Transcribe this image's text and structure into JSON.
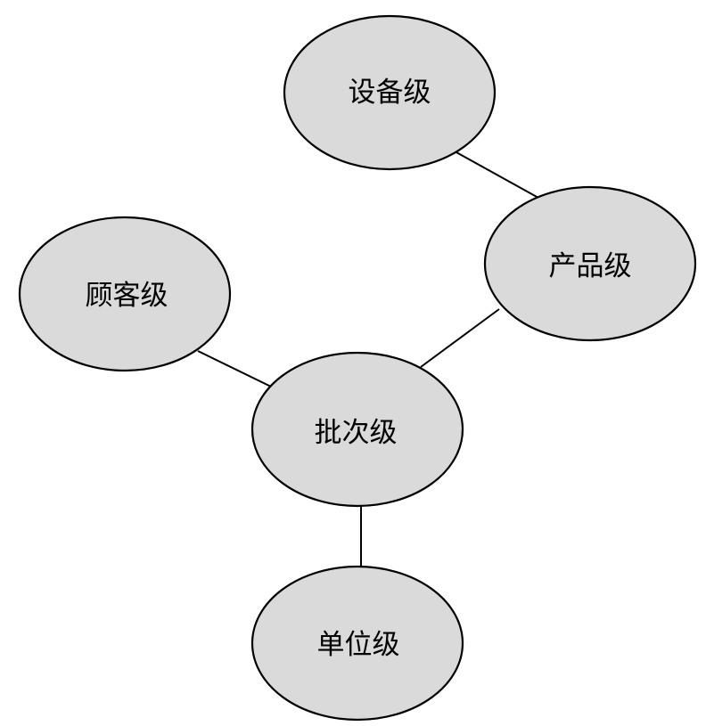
{
  "diagram": {
    "nodes": [
      {
        "id": "equipment",
        "label": "设备级"
      },
      {
        "id": "product",
        "label": "产品级"
      },
      {
        "id": "customer",
        "label": "顾客级"
      },
      {
        "id": "batch",
        "label": "批次级"
      },
      {
        "id": "unit",
        "label": "单位级"
      }
    ],
    "edges": [
      {
        "from": "equipment",
        "to": "product"
      },
      {
        "from": "product",
        "to": "batch"
      },
      {
        "from": "customer",
        "to": "batch"
      },
      {
        "from": "batch",
        "to": "unit"
      }
    ],
    "colors": {
      "node_fill": "#dadada",
      "node_stroke": "#000000",
      "edge_stroke": "#000000",
      "label": "#000000",
      "background": "#ffffff"
    }
  }
}
